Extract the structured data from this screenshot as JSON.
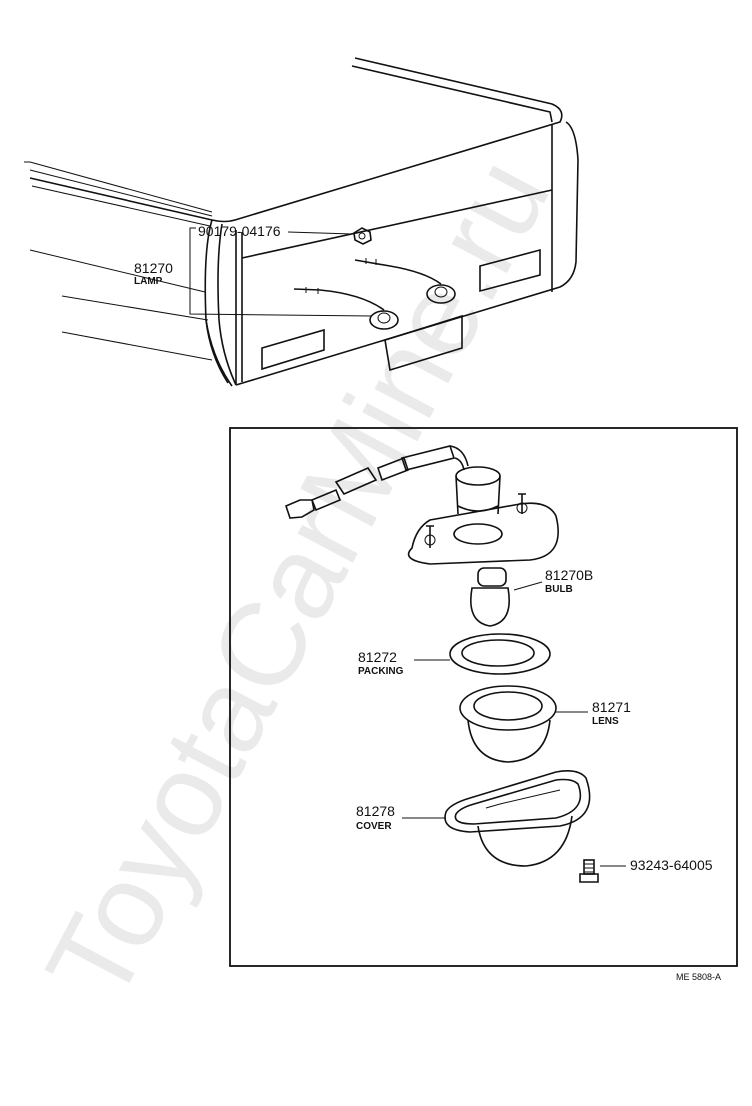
{
  "watermark": "ToyotaCarMine.ru",
  "figure_code": "ME 5808-A",
  "parts": {
    "nut": {
      "number": "90179-04176"
    },
    "lamp": {
      "number": "81270",
      "name": "LAMP"
    },
    "bulb": {
      "number": "81270B",
      "name": "BULB"
    },
    "packing": {
      "number": "81272",
      "name": "PACKING"
    },
    "lens": {
      "number": "81271",
      "name": "LENS"
    },
    "cover": {
      "number": "81278",
      "name": "COVER"
    },
    "screw": {
      "number": "93243-64005"
    }
  }
}
